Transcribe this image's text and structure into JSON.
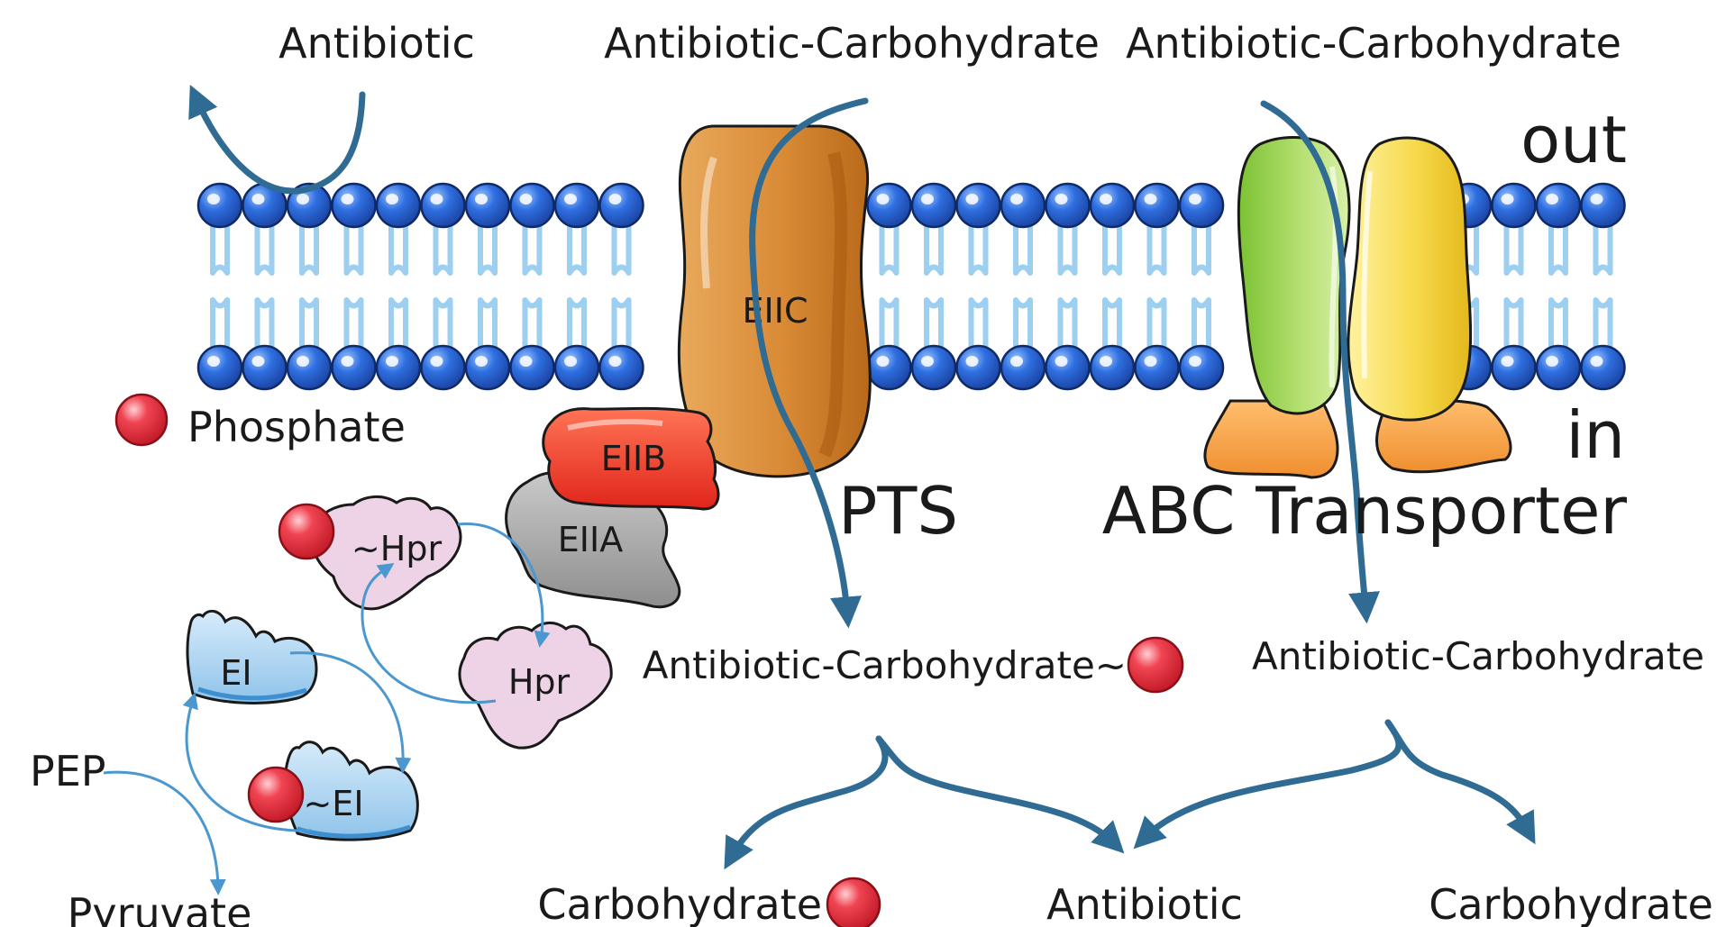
{
  "labels": {
    "antibiotic_out": "Antibiotic",
    "ab_carb_out_pts": "Antibiotic-Carbohydrate",
    "ab_carb_out_abc": "Antibiotic-Carbohydrate",
    "out": "out",
    "in": "in",
    "phosphate": "Phosphate",
    "pts": "PTS",
    "abc_transporter": "ABC Transporter",
    "ab_carb_in_pts": "Antibiotic-Carbohydrate~",
    "ab_carb_in_abc": "Antibiotic-Carbohydrate",
    "pep": "PEP",
    "pyruvate": "Pyruvate",
    "carbohydrate_p": "Carbohydrate",
    "antibiotic_in": "Antibiotic",
    "carbohydrate": "Carbohydrate"
  },
  "proteins": {
    "eiic": "EIIC",
    "eiib": "EIIB",
    "eiia": "EIIA",
    "hpr_p": "~Hpr",
    "hpr": "Hpr",
    "ei": "EI",
    "ei_p": "~EI"
  },
  "colors": {
    "membrane_head": "#2f6fe0",
    "membrane_tail": "#9ccff0",
    "arrow": "#2f6b93",
    "cycle_arrow": "#4b97cf",
    "phosphate": "#e63240",
    "eiic": "#d98a35",
    "eiib": "#f04a2c",
    "eiia": "#a9a9a9",
    "hpr": "#eed3e6",
    "ei": "#a9d2ef",
    "abc_green": "#a8d860",
    "abc_yellow": "#f6d94a",
    "abc_orange": "#f4a24a"
  }
}
